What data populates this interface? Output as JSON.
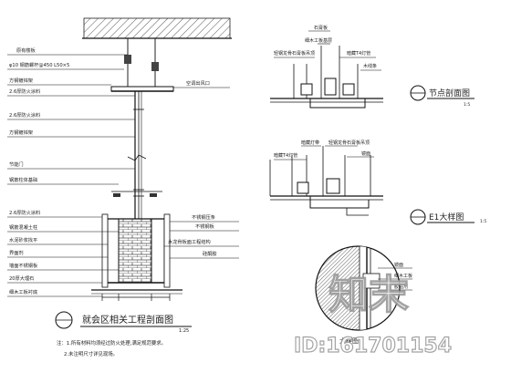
{
  "main_section": {
    "title": "就会区相关工程剖面图",
    "scale": "1:25",
    "labels_upper": [
      "原有楼板",
      "φ10 钢筋螺杆@450 L50×5",
      "方钢镀锌架",
      "2.6厚防火涂料",
      "2.6厚防火涂料",
      "方钢镀锌架",
      "节能门",
      "钢筋柱体基础"
    ],
    "labels_lower": [
      "2.6厚防火涂料",
      "钢筋混凝土柱",
      "水泥砂浆找平",
      "界面剂",
      "墙面不锈钢板",
      "20厚大理石",
      "细木工板衬底"
    ],
    "labels_right": [
      "空调出风口",
      "不锈钢压条",
      "不锈钢板",
      "木龙骨板面工程结构",
      "硅酮胶"
    ],
    "notes": [
      "注：1.所有材料均须经过防火处理,满足规范要求。",
      "2.未注明尺寸详见现场。"
    ],
    "note_label": "注："
  },
  "detail_1": {
    "title": "节点剖面图",
    "scale": "1:5",
    "labels": [
      "石膏板",
      "细木工板基层",
      "暗藏T4灯管",
      "木线条",
      "轻钢龙骨石膏板吊顶"
    ]
  },
  "detail_2": {
    "title": "E1大样图",
    "scale": "1:5",
    "labels": [
      "暗藏灯带",
      "轻钢龙骨石膏板吊顶",
      "暗藏T4灯管",
      "镜面"
    ]
  },
  "detail_3": {
    "title": "大样图",
    "labels": [
      "镜面",
      "细木工板",
      "胶粘剂"
    ]
  },
  "watermark": {
    "logo_text": "知末",
    "id_text": "ID:161701154"
  }
}
